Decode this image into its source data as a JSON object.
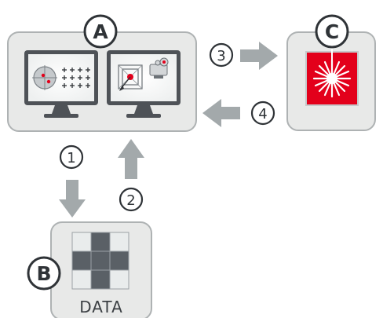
{
  "labels": {
    "a": "A",
    "b": "B",
    "c": "C",
    "step1": "1",
    "step2": "2",
    "step3": "3",
    "step4": "4",
    "data": "DATA"
  },
  "colors": {
    "box_fill": "#e8e9e8",
    "box_stroke": "#aeb2b3",
    "arrow": "#a3a9ab",
    "monitor_frame": "#4e5257",
    "laser_red": "#e3001b",
    "grid_dark": "#5a6066",
    "grid_light": "#e9ecec"
  },
  "icons": {
    "monitor_left": "target-grid-icon",
    "monitor_right": "laser-focus-icon",
    "laser": "laser-burst-icon",
    "data": "data-grid-icon"
  }
}
